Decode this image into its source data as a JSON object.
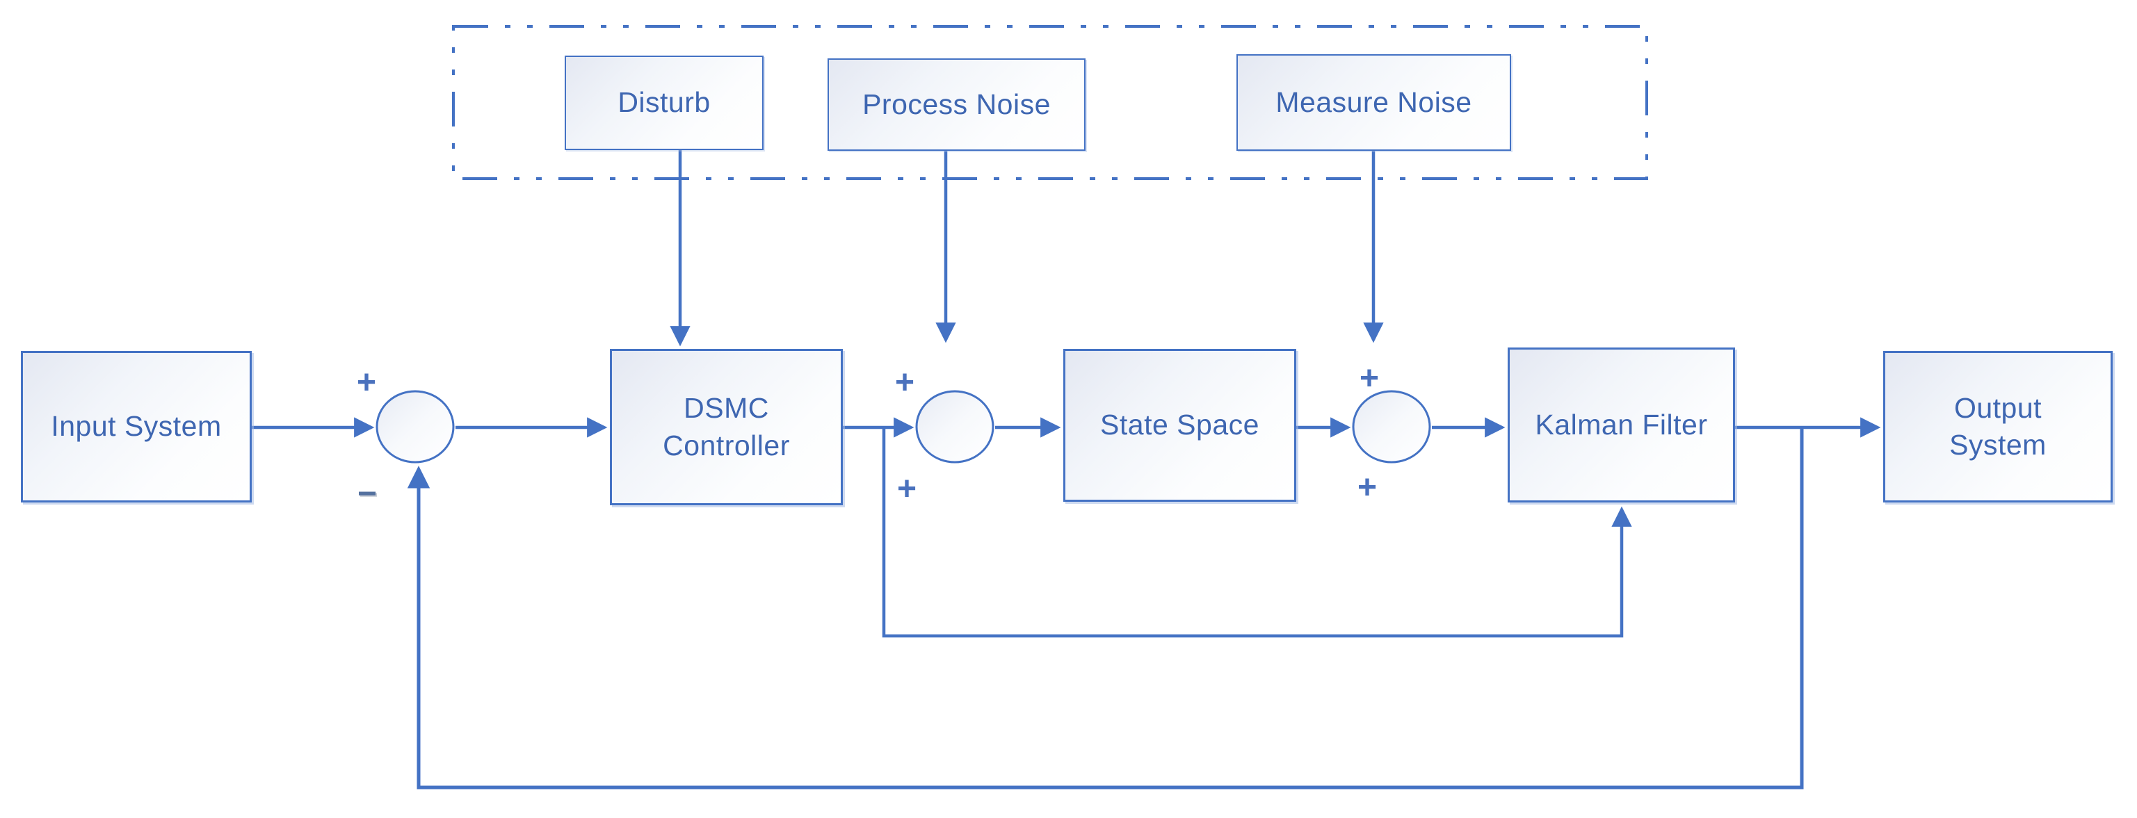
{
  "diagram": {
    "colors": {
      "accent": "#4472c4",
      "text": "#3e66b1",
      "box_fill_top_left": "#e4e8f2",
      "box_fill_bottom_right": "#ffffff",
      "background": "#ffffff"
    },
    "blocks": {
      "disturb": {
        "label": "Disturb"
      },
      "process_noise": {
        "label": "Process Noise"
      },
      "measure_noise": {
        "label": "Measure Noise"
      },
      "input_system": {
        "label": "Input System"
      },
      "dsmc_controller": {
        "label": "DSMC\nController"
      },
      "state_space": {
        "label": "State Space"
      },
      "kalman_filter": {
        "label": "Kalman Filter"
      },
      "output_system": {
        "label": "Output\nSystem"
      }
    },
    "junctions": {
      "sum_error": {
        "top": "+",
        "bottom": "−"
      },
      "sum_process": {
        "top": "+",
        "bottom": "+"
      },
      "sum_measure": {
        "top": "+",
        "bottom": "+"
      }
    }
  }
}
